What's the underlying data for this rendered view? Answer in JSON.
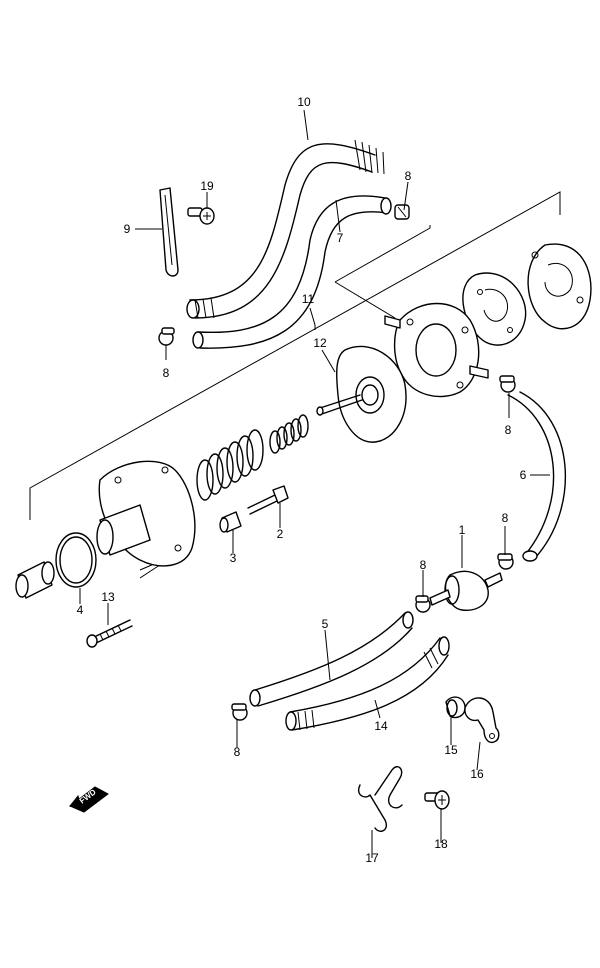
{
  "callouts": {
    "c1": "1",
    "c2": "2",
    "c3": "3",
    "c4": "4",
    "c5": "5",
    "c6": "6",
    "c7": "7",
    "c8a": "8",
    "c8b": "8",
    "c8c": "8",
    "c8d": "8",
    "c8e": "8",
    "c8f": "8",
    "c9": "9",
    "c10": "10",
    "c11": "11",
    "c12": "12",
    "c13": "13",
    "c14": "14",
    "c15": "15",
    "c16": "16",
    "c17": "17",
    "c18": "18",
    "c19": "19"
  },
  "fwd_label": "FWD",
  "colors": {
    "line": "#000000",
    "background": "#ffffff"
  },
  "icons": {
    "fwd": "fwd-arrow-icon"
  }
}
